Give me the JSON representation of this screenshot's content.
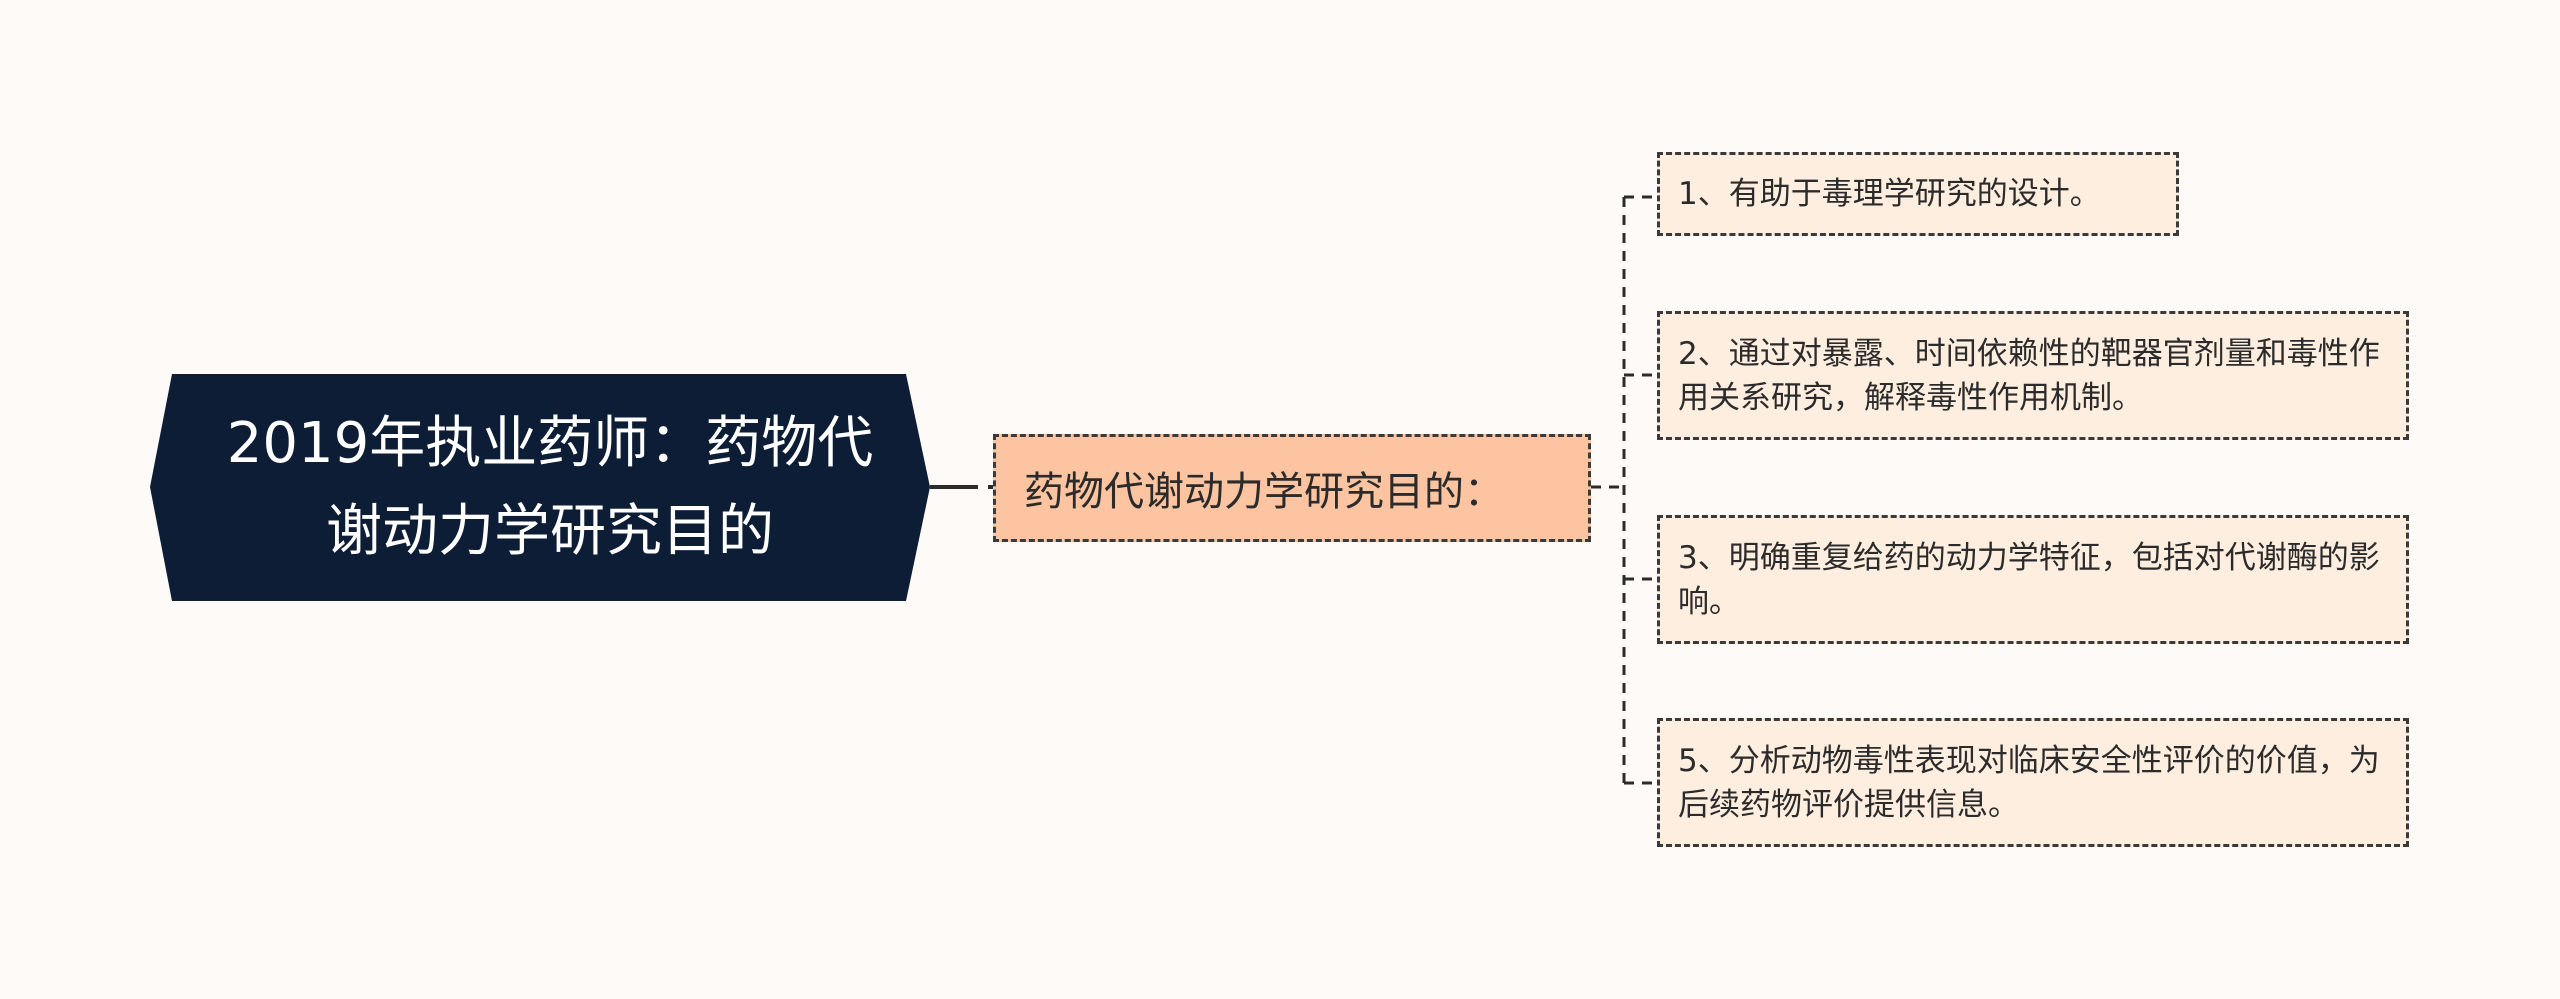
{
  "root": {
    "line1": "2019年执业药师：药物代",
    "line2": "谢动力学研究目的"
  },
  "branch": {
    "label": "药物代谢动力学研究目的："
  },
  "leaves": [
    {
      "text": "1、有助于毒理学研究的设计。"
    },
    {
      "text": "2、通过对暴露、时间依赖性的靶器官剂量和毒性作用关系研究，解释毒性作用机制。"
    },
    {
      "text": "3、明确重复给药的动力学特征，包括对代谢酶的影响。"
    },
    {
      "text": "5、分析动物毒性表现对临床安全性评价的价值，为后续药物评价提供信息。"
    }
  ],
  "colors": {
    "root_fill": "#0e1d36",
    "branch_fill": "#fcc4a1",
    "leaf_fill": "#fdeedf",
    "line": "#2b2b2b",
    "background": "#fdfaf8"
  }
}
